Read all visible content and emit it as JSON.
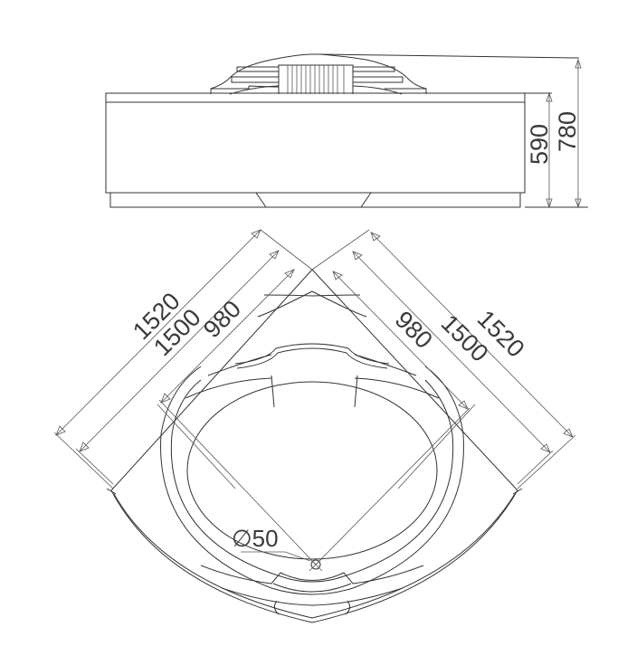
{
  "drawing": {
    "title": "Corner bathtub technical drawing",
    "colors": {
      "line": "#333333",
      "text": "#3a3a3a",
      "background": "#ffffff"
    },
    "side_view": {
      "dimensions": {
        "height_body": "590",
        "height_total": "780"
      }
    },
    "plan_view": {
      "dimensions": {
        "left_outer": "1520",
        "left_mid": "1500",
        "left_inner": "980",
        "right_outer": "1520",
        "right_mid": "1500",
        "right_inner": "980",
        "drain_diameter": "∅50"
      }
    }
  }
}
